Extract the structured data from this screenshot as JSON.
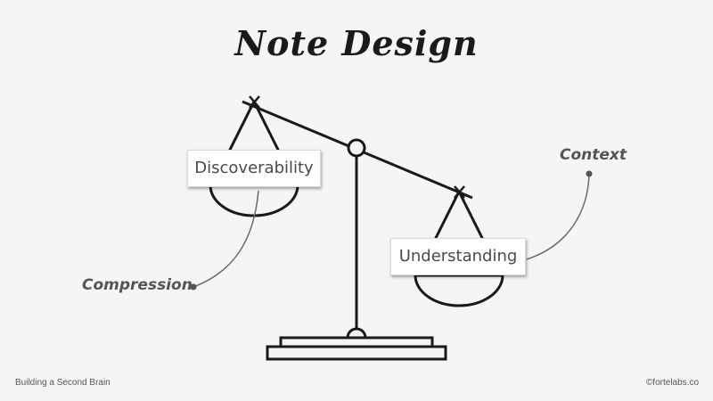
{
  "slide": {
    "title": "Note Design",
    "labels": {
      "left_pan": "Discoverability",
      "right_pan": "Understanding"
    },
    "annotations": {
      "left": "Compression",
      "right": "Context"
    },
    "footer": {
      "left": "Building a Second Brain",
      "right": "©fortelabs.co"
    }
  },
  "colors": {
    "background": "#f5f5f5",
    "ink": "#1a1a1a",
    "label_text": "#4a4a4a",
    "annotation": "#555555"
  }
}
